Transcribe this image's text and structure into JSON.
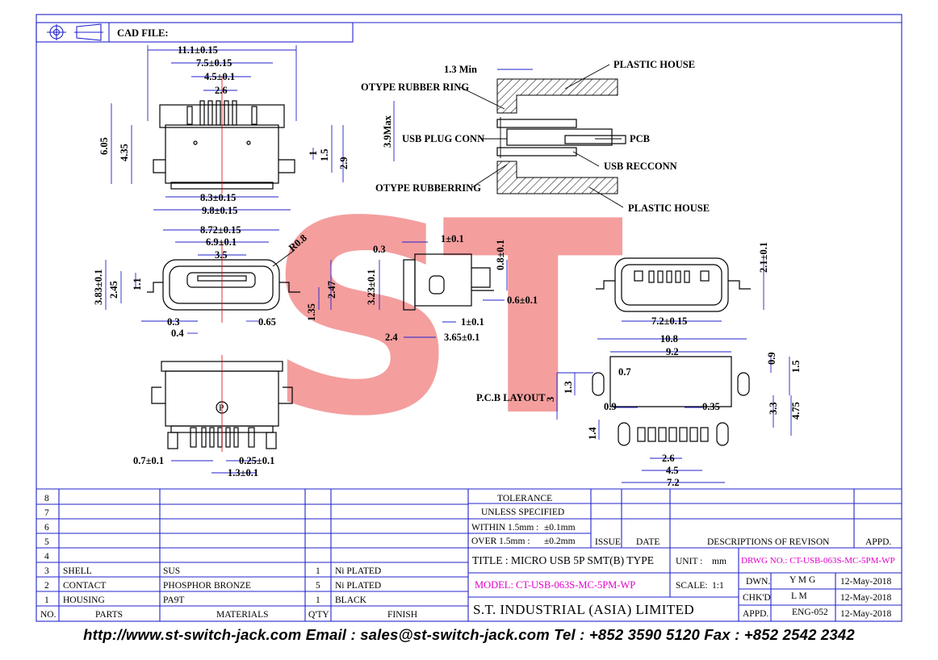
{
  "header": {
    "cad_file_label": "CAD FILE:"
  },
  "watermark": {
    "text": "ST",
    "color": "#e86a6a"
  },
  "top_view": {
    "dims": [
      "11.1±0.15",
      "7.5±0.15",
      "4.5±0.1",
      "2.6",
      "6.05",
      "4.35",
      "1",
      "1.5",
      "2.9",
      "8.3±0.15",
      "9.8±0.15"
    ]
  },
  "front_view": {
    "dims": [
      "8.72±0.15",
      "6.9±0.1",
      "3.5",
      "R0.8",
      "3.83±0.1",
      "2.45",
      "1.1",
      "2.47",
      "1.35",
      "0.3",
      "0.4",
      "0.65"
    ]
  },
  "bottom_view": {
    "pin_marker": "P",
    "dims": [
      "0.7±0.1",
      "0.25±0.1",
      "1.3±0.1"
    ]
  },
  "side_view": {
    "dims": [
      "0.3",
      "1±0.1",
      "0.8±0.1",
      "3.23±0.1",
      "0.6±0.1",
      "1±0.1",
      "2.4",
      "3.65±0.1"
    ]
  },
  "assembly_view": {
    "labels": [
      "1.3 Min",
      "PLASTIC HOUSE",
      "OTYPE RUBBER RING",
      "3.9Max",
      "USB PLUG CONN",
      "PCB",
      "USB RECCONN",
      "OTYPE RUBBERRING",
      "PLASTIC HOUSE"
    ]
  },
  "rear_view": {
    "dims": [
      "2.1±0.1",
      "7.2±0.15"
    ]
  },
  "pcb_layout": {
    "title": "P.C.B LAYOUT",
    "dims": [
      "10.8",
      "9.2",
      "0.9",
      "1.5",
      "0.7",
      "1.3",
      "3",
      "0.9",
      "0.35",
      "3.3",
      "4.75",
      "1.4",
      "2.6",
      "4.5",
      "7.2"
    ]
  },
  "bom": {
    "blank_rows": [
      "8",
      "7",
      "6",
      "5",
      "4"
    ],
    "rows": [
      {
        "no": "3",
        "part": "SHELL",
        "material": "SUS",
        "qty": "1",
        "finish": "Ni PLATED"
      },
      {
        "no": "2",
        "part": "CONTACT",
        "material": "PHOSPHOR BRONZE",
        "qty": "5",
        "finish": "Ni PLATED"
      },
      {
        "no": "1",
        "part": "HOUSING",
        "material": "PA9T",
        "qty": "1",
        "finish": "BLACK"
      }
    ],
    "headers": {
      "no": "NO.",
      "parts": "PARTS",
      "materials": "MATERIALS",
      "qty": "Q'TY",
      "finish": "FINISH"
    }
  },
  "tolerance": {
    "title": "TOLERANCE",
    "subtitle": "UNLESS   SPECIFIED",
    "within_label": "WITHIN  1.5mm  :",
    "within_value": "±0.1mm",
    "over_label": "OVER   1.5mm  :",
    "over_value": "±0.2mm"
  },
  "revision": {
    "issue": "ISSUE",
    "date": "DATE",
    "descriptions": "DESCRIPTIONS  OF  REVISON",
    "appd": "APPD."
  },
  "title_block": {
    "title": "TITLE  :  MICRO  USB  5P  SMT(B)  TYPE",
    "unit_label": "UNIT  :",
    "unit_value": "mm",
    "drwg_no": "DRWG  NO.:  CT-USB-063S-MC-5PM-WP",
    "model": "MODEL:  CT-USB-063S-MC-5PM-WP",
    "scale_label": "SCALE:",
    "scale_value": "1:1",
    "dwn_label": "DWN.",
    "dwn_value": "Y M G",
    "dwn_date": "12-May-2018",
    "chk_label": "CHK'D",
    "chk_value": "L M",
    "chk_date": "12-May-2018",
    "appd_label": "APPD.",
    "appd_value": "ENG-052",
    "appd_date": "12-May-2018",
    "company": "S.T.  INDUSTRIAL  (ASIA)  LIMITED"
  },
  "footer": {
    "contact_line": "http://www.st-switch-jack.com  Email : sales@st-switch-jack.com  Tel : +852 3590 5120  Fax : +852 2542 2342"
  },
  "colors": {
    "frame": "#2222cc",
    "magenta": "#e000c8",
    "watermark": "#e86a6a"
  }
}
